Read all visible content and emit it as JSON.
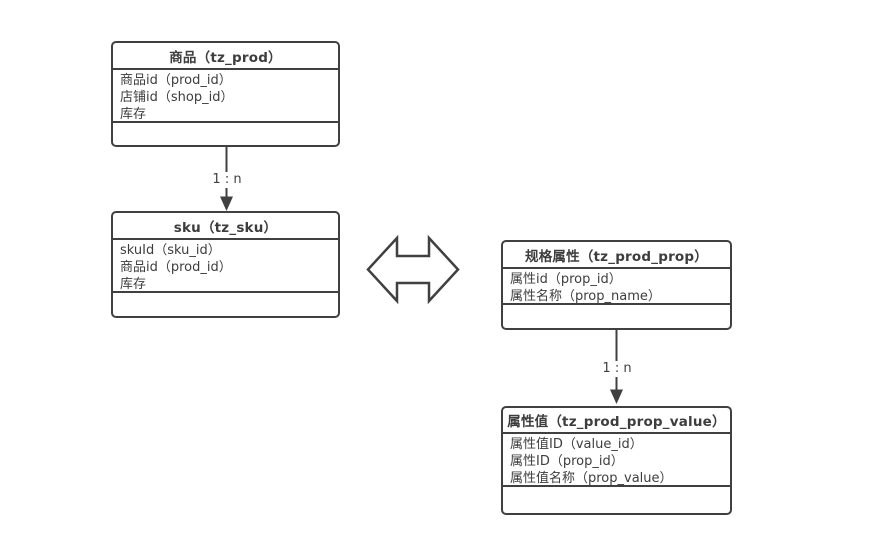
{
  "diagram": {
    "background_color": "#ffffff",
    "stroke_color": "#404040",
    "text_color": "#3d3d3d",
    "entities": [
      {
        "title": "商品（tz_prod）",
        "fields": [
          "商品id（prod_id）",
          "店铺id（shop_id）",
          "库存"
        ]
      },
      {
        "title": "sku（tz_sku）",
        "fields": [
          "skuId（sku_id）",
          "商品id（prod_id）",
          "库存"
        ]
      },
      {
        "title": "规格属性（tz_prod_prop）",
        "fields": [
          "属性id（prop_id）",
          "属性名称（prop_name）"
        ]
      },
      {
        "title": "属性值（tz_prod_prop_value）",
        "fields": [
          "属性值ID（value_id）",
          "属性ID（prop_id）",
          "属性值名称（prop_value）"
        ]
      }
    ],
    "connectors": [
      {
        "from": "商品（tz_prod）",
        "to": "sku（tz_sku）",
        "label": "1 : n"
      },
      {
        "from": "规格属性（tz_prod_prop）",
        "to": "属性值（tz_prod_prop_value）",
        "label": "1 : n"
      }
    ],
    "relation_icon": "left-right-double-arrow"
  }
}
